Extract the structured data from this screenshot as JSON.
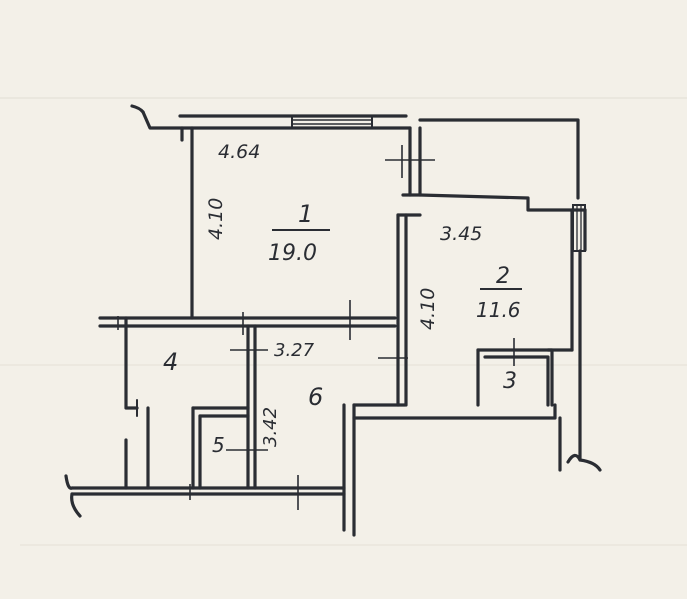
{
  "plan": {
    "rooms": [
      {
        "id": "1",
        "area": "19.0"
      },
      {
        "id": "2",
        "area": "11.6"
      },
      {
        "id": "3"
      },
      {
        "id": "4"
      },
      {
        "id": "5"
      },
      {
        "id": "6"
      }
    ],
    "dimensions": {
      "room1_width": "4.64",
      "room1_depth": "4.10",
      "room2_width": "3.45",
      "room2_depth": "4.10",
      "hall_width": "3.27",
      "hall_depth": "3.42"
    }
  }
}
